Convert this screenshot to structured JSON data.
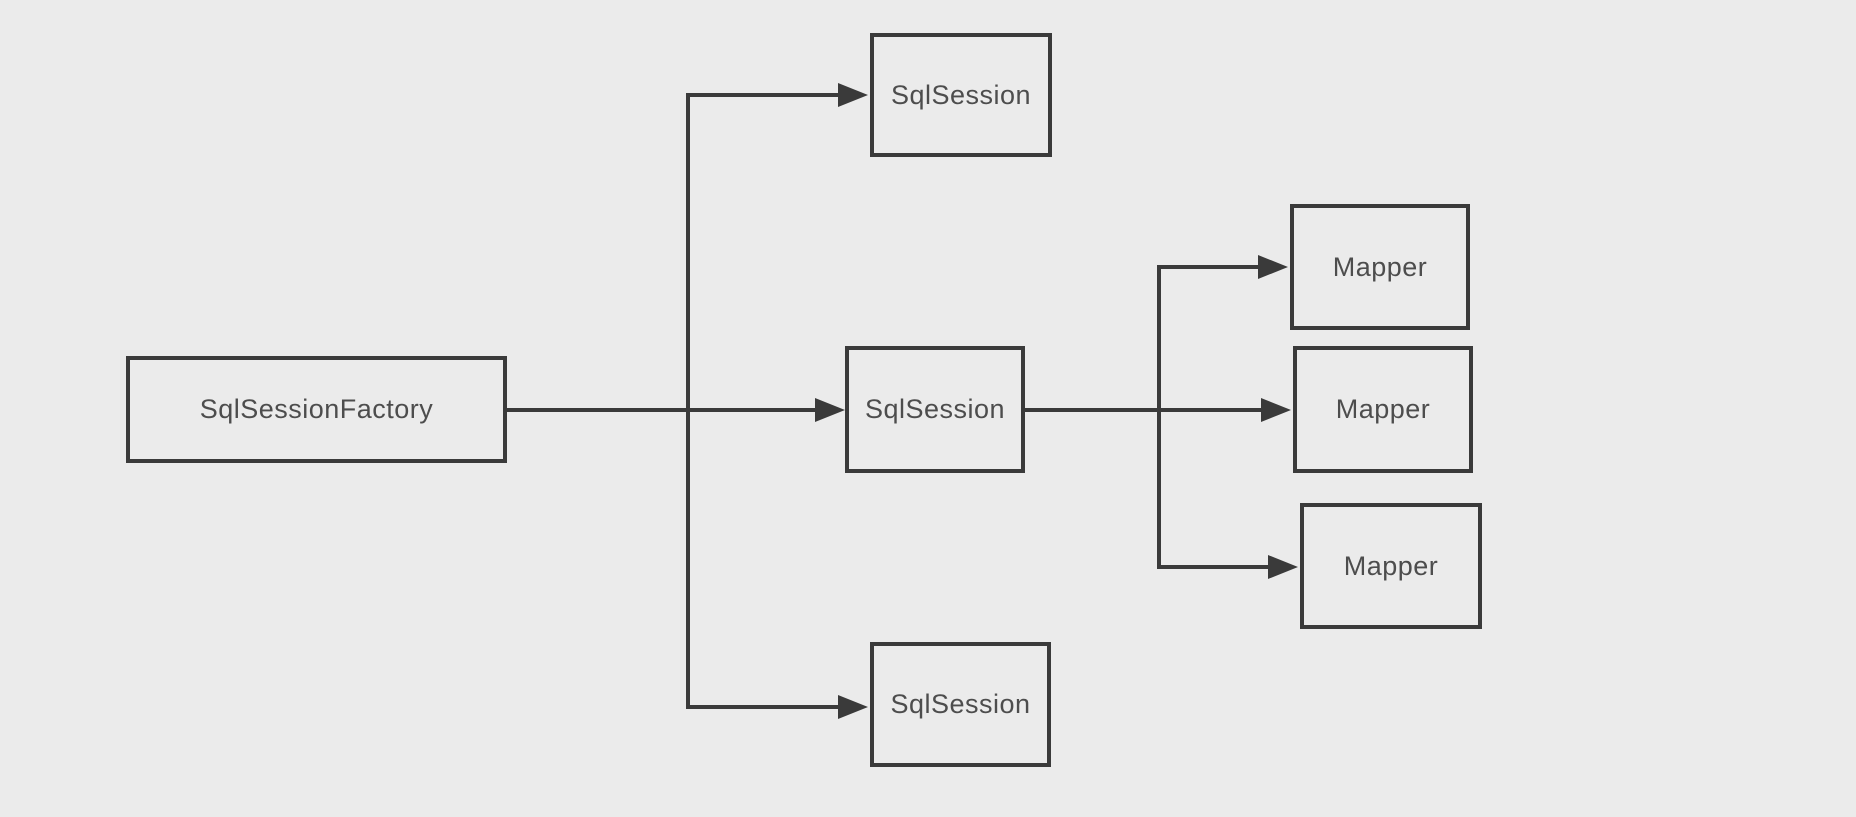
{
  "diagram": {
    "type": "flow-diagram",
    "nodes": {
      "factory": {
        "label": "SqlSessionFactory"
      },
      "session_top": {
        "label": "SqlSession"
      },
      "session_middle": {
        "label": "SqlSession"
      },
      "session_bottom": {
        "label": "SqlSession"
      },
      "mapper_top": {
        "label": "Mapper"
      },
      "mapper_middle": {
        "label": "Mapper"
      },
      "mapper_bottom": {
        "label": "Mapper"
      }
    },
    "edges": [
      {
        "from": "factory",
        "to": "session_top"
      },
      {
        "from": "factory",
        "to": "session_middle"
      },
      {
        "from": "factory",
        "to": "session_bottom"
      },
      {
        "from": "session_middle",
        "to": "mapper_top"
      },
      {
        "from": "session_middle",
        "to": "mapper_middle"
      },
      {
        "from": "session_middle",
        "to": "mapper_bottom"
      }
    ],
    "colors": {
      "background": "#ebebeb",
      "line": "#3a3a3a",
      "text": "#4d4d4d"
    }
  }
}
